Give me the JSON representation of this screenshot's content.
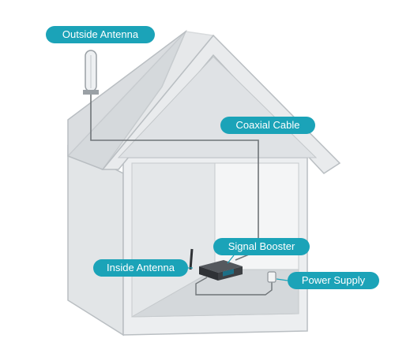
{
  "labels": {
    "outside_antenna": "Outside Antenna",
    "coaxial_cable": "Coaxial Cable",
    "signal_booster": "Signal Booster",
    "inside_antenna": "Inside Antenna",
    "power_supply": "Power Supply"
  },
  "colors": {
    "label_background": "#1ba3b8",
    "house_outline": "#b9bec2",
    "house_fill_light": "#e6e8ea",
    "house_fill_mid": "#d6d9dc",
    "house_fill_dark": "#c4c8cc",
    "cable": "#6f7478",
    "device_dark": "#3d4044",
    "screen": "#1d6f86"
  }
}
